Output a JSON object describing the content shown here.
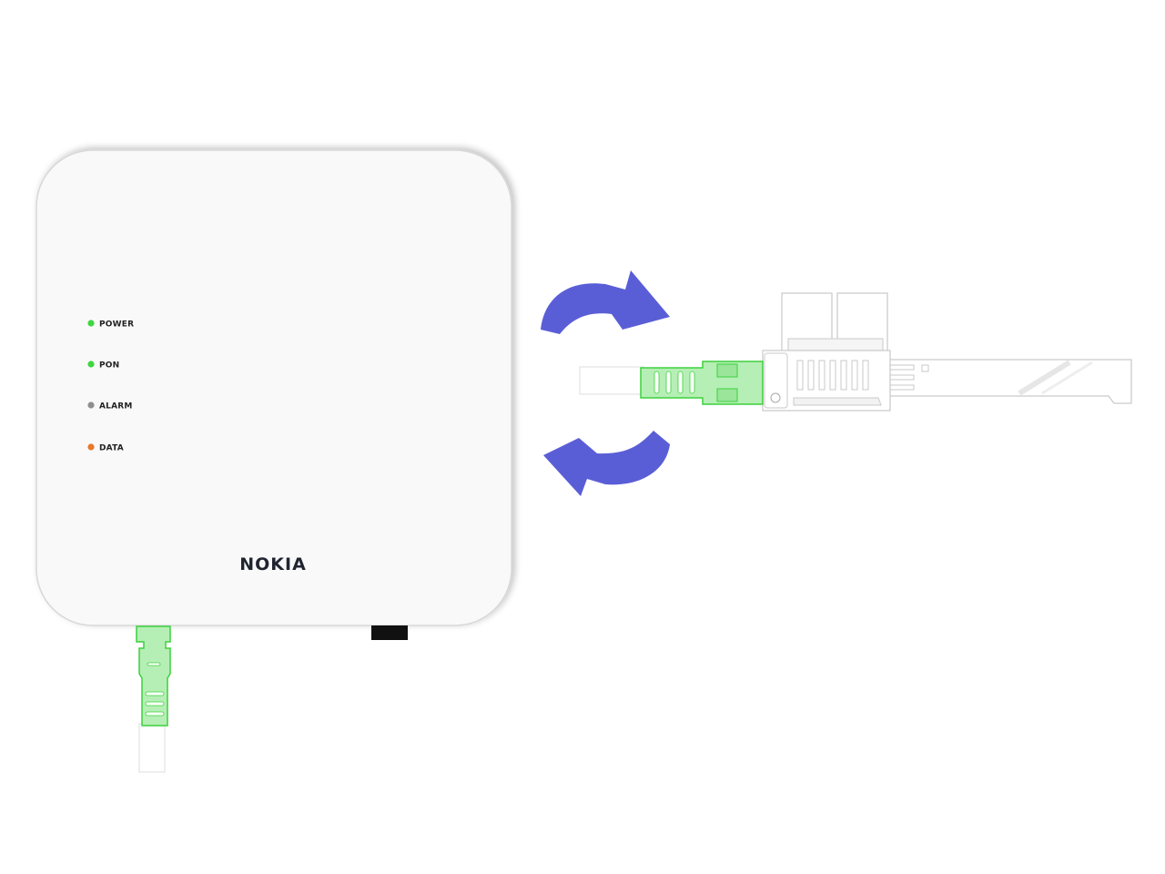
{
  "device": {
    "brand": "NOKIA",
    "leds": [
      {
        "label": "POWER",
        "color": "#3fd63f"
      },
      {
        "label": "PON",
        "color": "#3fd63f"
      },
      {
        "label": "ALARM",
        "color": "#8e8e8e"
      },
      {
        "label": "DATA",
        "color": "#e8782a"
      }
    ]
  },
  "colors": {
    "connector_green": "#b5efb5",
    "connector_outline": "#3dd13d",
    "arrow_blue": "#5a5ed6",
    "device_body": "#f9f9f9",
    "device_outline": "#d8d8d8"
  },
  "icons": {
    "swap_arrows": "rotate-swap-arrows-icon",
    "fiber_connector": "sc-apc-connector-icon",
    "sfp_module": "sfp-transceiver-icon"
  }
}
